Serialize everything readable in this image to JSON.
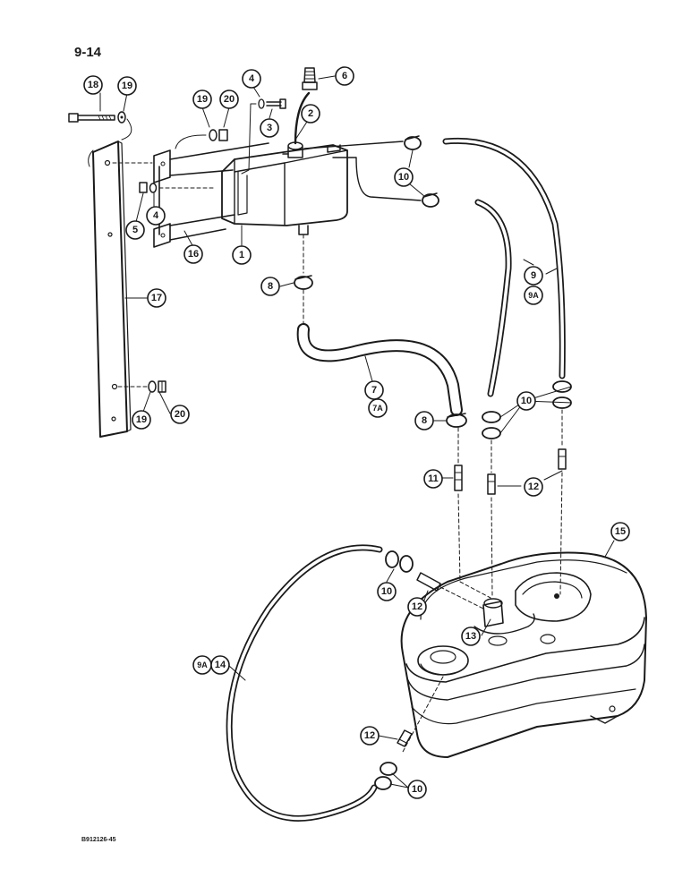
{
  "page": {
    "number": "9-14",
    "drawing_code": "B912126-45"
  },
  "callouts": {
    "c1": "1",
    "c2": "2",
    "c3": "3",
    "c4a": "4",
    "c4b": "4",
    "c5": "5",
    "c6": "6",
    "c7": "7",
    "c7a": "7A",
    "c8a": "8",
    "c8b": "8",
    "c9": "9",
    "c9a": "9A",
    "c10a": "10",
    "c10b": "10",
    "c10c": "10",
    "c10d": "10",
    "c11": "11",
    "c12a": "12",
    "c12b": "12",
    "c12c": "12",
    "c13": "13",
    "c9a14": "9A",
    "c14": "14",
    "c15": "15",
    "c16": "16",
    "c17": "17",
    "c18": "18",
    "c19a": "19",
    "c19b": "19",
    "c19c": "19",
    "c20a": "20",
    "c20b": "20"
  }
}
